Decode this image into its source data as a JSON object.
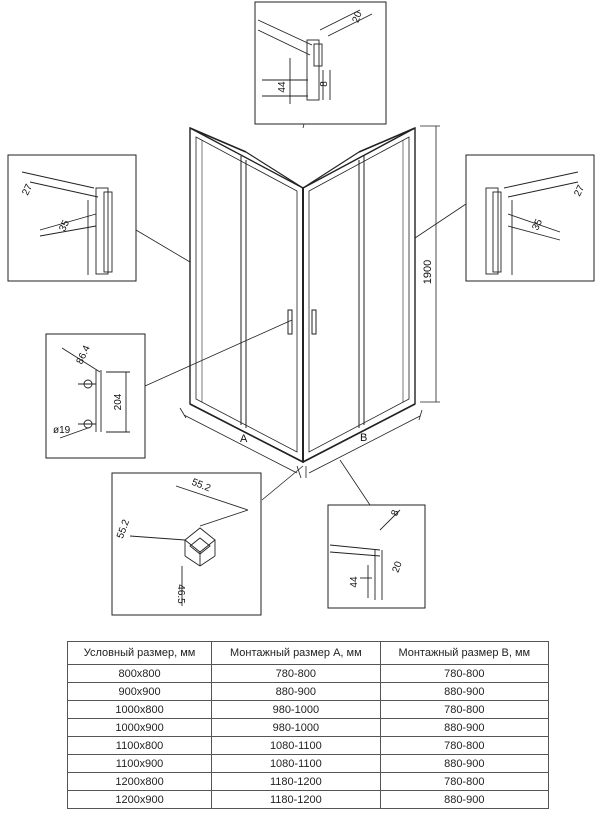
{
  "drawing": {
    "dimension_labels": {
      "top_inset_width": "20",
      "top_inset_height": "44",
      "top_inset_gap": "8",
      "left_inset_width": "27",
      "left_inset_depth": "35",
      "right_inset_width": "27",
      "right_inset_depth": "35",
      "overall_height": "1900",
      "handle_offset": "86.4",
      "handle_spacing": "204",
      "handle_diameter": "ø19",
      "corner_inset_a": "55.2",
      "corner_inset_b": "55.2",
      "corner_inset_height": "46.5",
      "side_a_label": "A",
      "side_b_label": "B",
      "bottom_right_inset_gap": "8",
      "bottom_right_inset_height": "44",
      "bottom_right_inset_width": "20"
    }
  },
  "size_table": {
    "headers": [
      "Условный размер, мм",
      "Монтажный размер А, мм",
      "Монтажный размер В, мм"
    ],
    "rows": [
      [
        "800x800",
        "780-800",
        "780-800"
      ],
      [
        "900x900",
        "880-900",
        "880-900"
      ],
      [
        "1000x800",
        "980-1000",
        "780-800"
      ],
      [
        "1000x900",
        "980-1000",
        "880-900"
      ],
      [
        "1100x800",
        "1080-1100",
        "780-800"
      ],
      [
        "1100x900",
        "1080-1100",
        "880-900"
      ],
      [
        "1200x800",
        "1180-1200",
        "780-800"
      ],
      [
        "1200x900",
        "1180-1200",
        "880-900"
      ]
    ]
  }
}
